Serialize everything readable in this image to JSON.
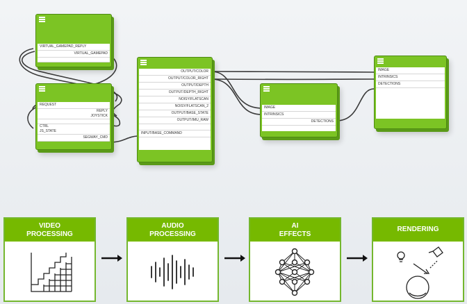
{
  "nodes": {
    "gamepad": {
      "ports": [
        "VIRTUAL_GAMEPAD_REPLY",
        "VIRTUAL_GAMEPAD"
      ]
    },
    "controller": {
      "ports": [
        "REQUEST",
        "REPLY",
        "JOYSTICK",
        "CTRL",
        "JS_STATE",
        "SEGWAY_CMD"
      ]
    },
    "camera": {
      "ports": [
        "OUTPUT/COLOR",
        "OUTPUT/COLOR_RIGHT",
        "OUTPUT/DEPTH",
        "OUTPUT/DEPTH_RIGHT",
        "NOISY/FLATSCAN",
        "NOISY/FLATSCAN_2",
        "OUTPUT/BASE_STATE",
        "OUTPUT/IMU_RAW",
        "INPUT/BASE_COMMAND"
      ]
    },
    "detector": {
      "ports": [
        "IMAGE",
        "INTRINSICS",
        "DETECTIONS"
      ]
    },
    "viewer": {
      "ports": [
        "IMAGE",
        "INTRINSICS",
        "DETECTIONS"
      ]
    }
  },
  "pipeline": [
    {
      "title": "VIDEO\nPROCESSING",
      "icon": "pixel-staircase-icon"
    },
    {
      "title": "AUDIO\nPROCESSING",
      "icon": "audio-waveform-icon"
    },
    {
      "title": "AI\nEFFECTS",
      "icon": "neural-network-icon"
    },
    {
      "title": "RENDERING",
      "icon": "light-ray-sphere-icon"
    }
  ],
  "colors": {
    "accent": "#76b900",
    "node": "#7cc424",
    "wire": "#3a3a3a"
  }
}
